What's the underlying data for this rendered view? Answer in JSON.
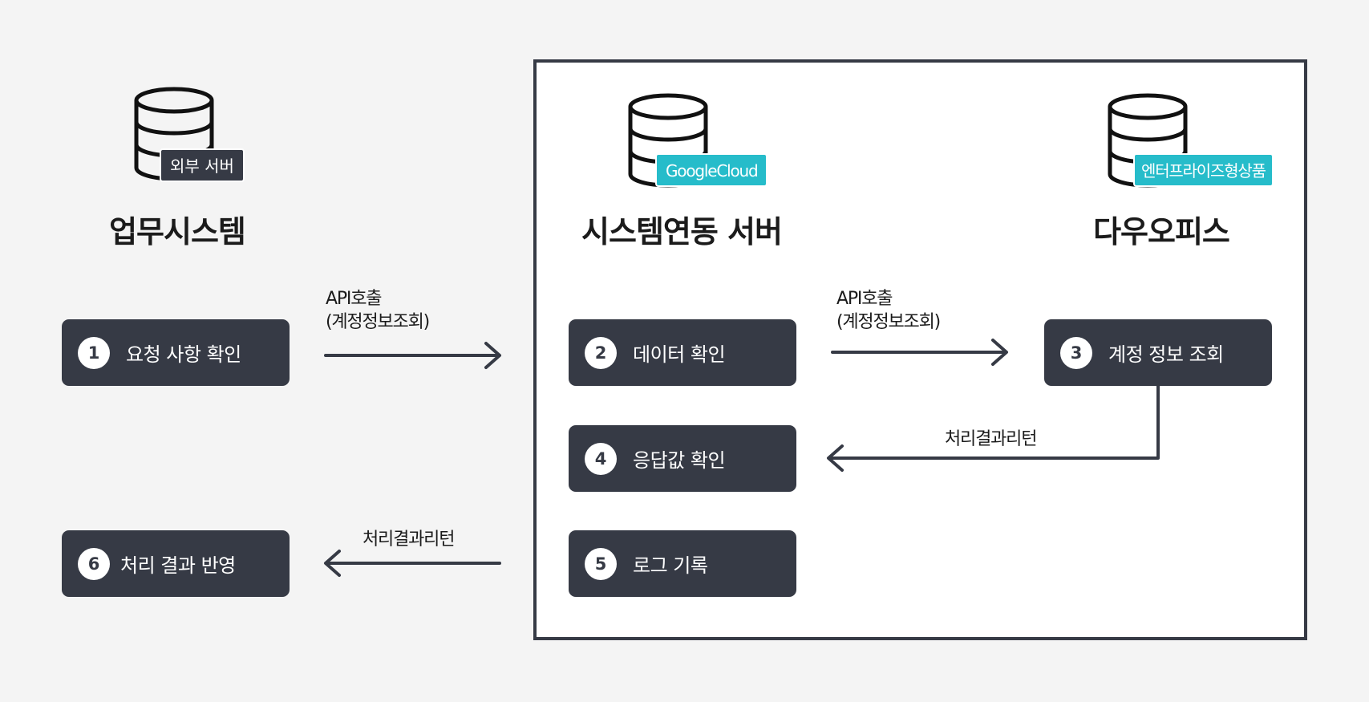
{
  "systems": {
    "business": {
      "title": "업무시스템",
      "badge": "외부 서버"
    },
    "integration": {
      "title": "시스템연동 서버",
      "badge": "GoogleCloud"
    },
    "daou": {
      "title": "다우오피스",
      "badge": "엔터프라이즈형상품"
    }
  },
  "steps": [
    {
      "num": "1",
      "label": "요청 사항 확인"
    },
    {
      "num": "2",
      "label": "데이터 확인"
    },
    {
      "num": "3",
      "label": "계정 정보 조회"
    },
    {
      "num": "4",
      "label": "응답값 확인"
    },
    {
      "num": "5",
      "label": "로그 기록"
    },
    {
      "num": "6",
      "label": "처리 결과 반영"
    }
  ],
  "edges": {
    "e1": {
      "line1": "API호출",
      "line2": "(계정정보조회)"
    },
    "e2": {
      "line1": "API호출",
      "line2": "(계정정보조회)"
    },
    "e3": {
      "label": "처리결과리턴"
    },
    "e4": {
      "label": "처리결과리턴"
    }
  },
  "colors": {
    "box": "#363a45",
    "accent": "#26bcca",
    "background": "#f4f4f4",
    "panel": "#ffffff"
  }
}
